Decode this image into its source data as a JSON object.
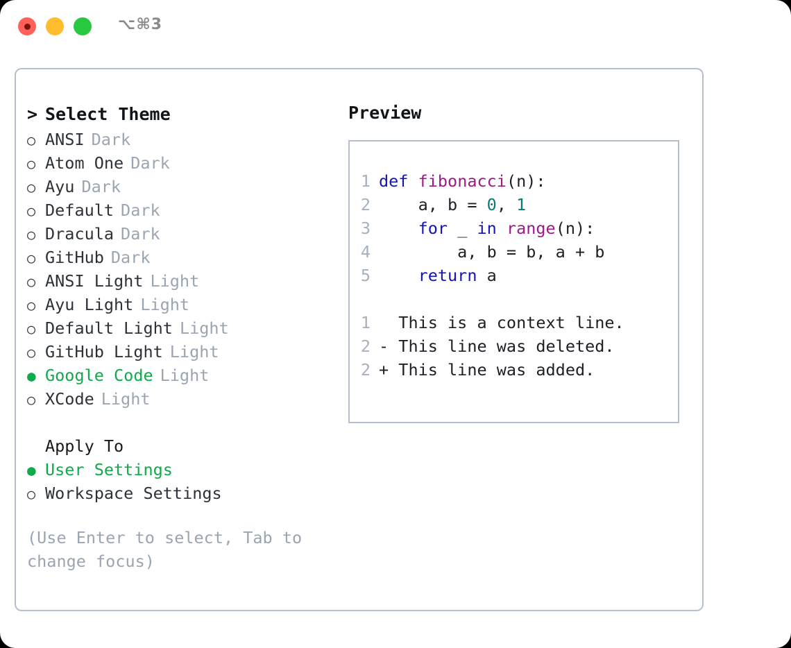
{
  "window": {
    "shortcut_label": "⌥⌘3",
    "traffic_lights": [
      "close",
      "minimize",
      "zoom"
    ]
  },
  "theme_picker": {
    "heading_marker": ">",
    "heading": "Select Theme",
    "unselected_marker": "○",
    "selected_marker": "●",
    "items": [
      {
        "label": "ANSI",
        "tag": "Dark",
        "selected": false
      },
      {
        "label": "Atom One",
        "tag": "Dark",
        "selected": false
      },
      {
        "label": "Ayu",
        "tag": "Dark",
        "selected": false
      },
      {
        "label": "Default",
        "tag": "Dark",
        "selected": false
      },
      {
        "label": "Dracula",
        "tag": "Dark",
        "selected": false
      },
      {
        "label": "GitHub",
        "tag": "Dark",
        "selected": false
      },
      {
        "label": "ANSI Light",
        "tag": "Light",
        "selected": false
      },
      {
        "label": "Ayu Light",
        "tag": "Light",
        "selected": false
      },
      {
        "label": "Default Light",
        "tag": "Light",
        "selected": false
      },
      {
        "label": "GitHub Light",
        "tag": "Light",
        "selected": false
      },
      {
        "label": "Google Code",
        "tag": "Light",
        "selected": true
      },
      {
        "label": "XCode",
        "tag": "Light",
        "selected": false
      }
    ]
  },
  "apply_to": {
    "heading": "Apply To",
    "items": [
      {
        "label": "User Settings",
        "selected": true
      },
      {
        "label": "Workspace Settings",
        "selected": false
      }
    ]
  },
  "hint": "(Use Enter to select, Tab to change focus)",
  "preview": {
    "title": "Preview",
    "code_lines": [
      {
        "num": "1",
        "tokens": [
          {
            "t": "def",
            "c": "kw"
          },
          {
            "t": " ",
            "c": "plain"
          },
          {
            "t": "fibonacci",
            "c": "fn"
          },
          {
            "t": "(n):",
            "c": "plain"
          }
        ]
      },
      {
        "num": "2",
        "tokens": [
          {
            "t": "    a, b = ",
            "c": "plain"
          },
          {
            "t": "0",
            "c": "num"
          },
          {
            "t": ", ",
            "c": "plain"
          },
          {
            "t": "1",
            "c": "num"
          }
        ]
      },
      {
        "num": "3",
        "tokens": [
          {
            "t": "    ",
            "c": "plain"
          },
          {
            "t": "for",
            "c": "kw"
          },
          {
            "t": " _ ",
            "c": "plain"
          },
          {
            "t": "in",
            "c": "kw"
          },
          {
            "t": " ",
            "c": "plain"
          },
          {
            "t": "range",
            "c": "fn"
          },
          {
            "t": "(n):",
            "c": "plain"
          }
        ]
      },
      {
        "num": "4",
        "tokens": [
          {
            "t": "        a, b = b, a + b",
            "c": "plain"
          }
        ]
      },
      {
        "num": "5",
        "tokens": [
          {
            "t": "    ",
            "c": "plain"
          },
          {
            "t": "return",
            "c": "kw"
          },
          {
            "t": " a",
            "c": "plain"
          }
        ]
      }
    ],
    "diff_lines": [
      {
        "num": "1",
        "kind": "ctx",
        "text": "  This is a context line."
      },
      {
        "num": "2",
        "kind": "del",
        "text": "- This line was deleted."
      },
      {
        "num": "2",
        "kind": "add",
        "text": "+ This line was added."
      }
    ]
  },
  "colors": {
    "accent_green": "#10a94b",
    "muted_gray": "#9aa5b1",
    "border": "#b6bfcc",
    "keyword": "#1414b8",
    "function": "#9c1a86",
    "number": "#0b7a76",
    "diff_add": "#0ac40a",
    "diff_del": "#c21111",
    "diff_ctx": "#808a94"
  }
}
